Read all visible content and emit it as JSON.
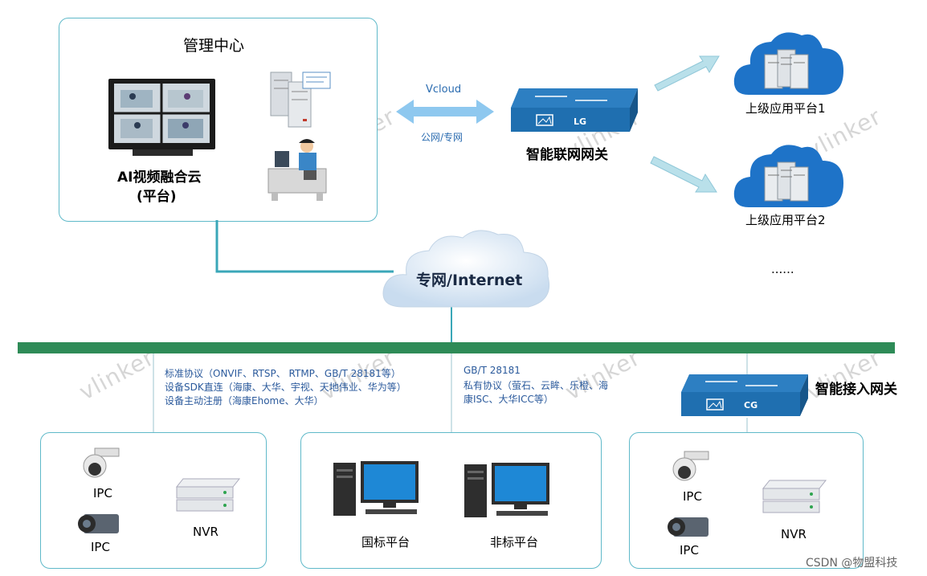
{
  "watermark_text": "vlinker",
  "management": {
    "title": "管理中心",
    "ai_line1": "AI视频融合云",
    "ai_line2": "(平台)"
  },
  "link": {
    "top_label": "Vcloud",
    "bottom_label": "公网/专网"
  },
  "gateway_lg": {
    "title": "智能联网网关",
    "badge": "LG"
  },
  "platforms": {
    "p1": "上级应用平台1",
    "p2": "上级应用平台2",
    "more": "......"
  },
  "internet_cloud": "专网/Internet",
  "protocols_left": [
    "标准协议（ONVIF、RTSP、 RTMP、GB/T 28181等）",
    "设备SDK直连（海康、大华、宇视、天地伟业、华为等）",
    "设备主动注册（海康Ehome、大华）"
  ],
  "protocols_mid": [
    "GB/T 28181",
    "私有协议（萤石、云眸、乐橙、海",
    "康ISC、大华ICC等）"
  ],
  "gateway_cg": {
    "title": "智能接入网关",
    "badge": "CG"
  },
  "box_left": {
    "ipc1": "IPC",
    "ipc2": "IPC",
    "nvr": "NVR"
  },
  "box_mid": {
    "gb": "国标平台",
    "nongb": "非标平台"
  },
  "box_right": {
    "ipc1": "IPC",
    "ipc2": "IPC",
    "nvr": "NVR"
  },
  "credit": "CSDN @物盟科技",
  "colors": {
    "panel_border": "#5fb9c9",
    "bus_green": "#2e8b57",
    "connector": "#3aa7b8",
    "gateway_blue": "#1f6fb0",
    "arrow_light": "#a9d8e6",
    "cloud_blue": "#1e73c8"
  }
}
